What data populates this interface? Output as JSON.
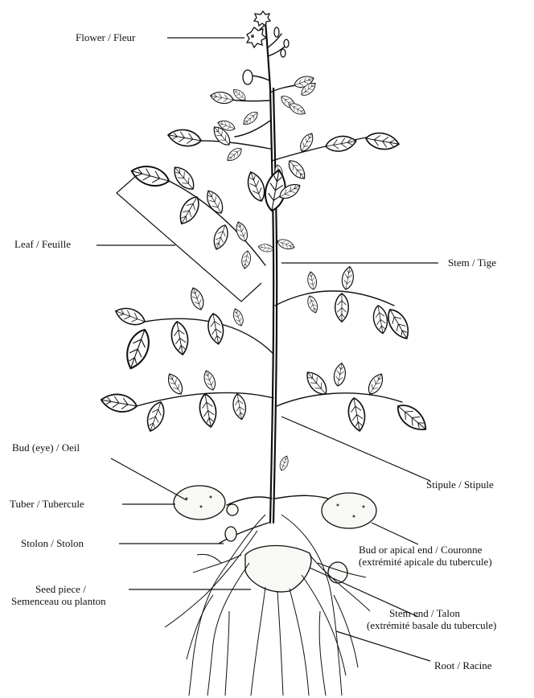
{
  "labels": {
    "flower": "Flower / Fleur",
    "leaf": "Leaf / Feuille",
    "stem": "Stem / Tige",
    "bud_eye": "Bud (eye) / Oeil",
    "stipule": "Stipule / Stipule",
    "tuber": "Tuber / Tubercule",
    "stolon": "Stolon / Stolon",
    "bud_apical_1": "Bud or apical end / Couronne",
    "bud_apical_2": "(extrémité apicale du tubercule)",
    "seed_piece_1": "Seed piece /",
    "seed_piece_2": "Semenceau ou planton",
    "stem_end_1": "Stem end / Talon",
    "stem_end_2": "(extrémité basale du tubercule)",
    "root": "Root / Racine"
  }
}
